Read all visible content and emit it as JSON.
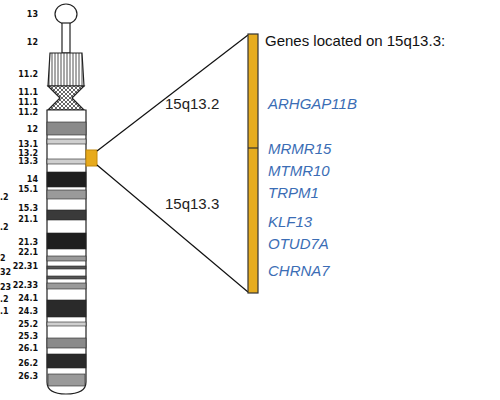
{
  "diagram": {
    "title": "Genes located on 15q13.3:",
    "labels": [
      "13",
      "12",
      "11.2",
      "11.1",
      "11.1",
      "11.2",
      "12",
      "13.1",
      "13.2",
      "13.3",
      "14",
      "15.1",
      "15.3",
      "21.1",
      "21.3",
      "22.1",
      "22.31",
      "22.33",
      "24.1",
      "24.3",
      "25.2",
      "25.3",
      "26.1",
      "26.2",
      "26.3",
      ".2",
      ".2",
      "2",
      "32",
      "23",
      ".2",
      ".1",
      "15q13.2",
      "15q13.3",
      "ARHGAP11B",
      "MRMR15",
      "MTMR10",
      "TRPM1",
      "KLF13",
      "OTUD7A",
      "CHRNA7"
    ]
  }
}
